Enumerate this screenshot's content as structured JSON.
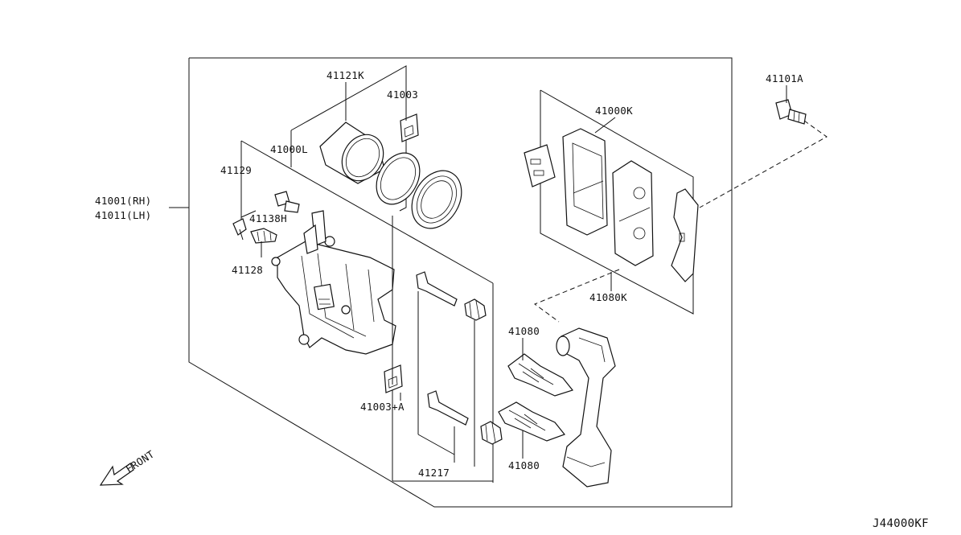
{
  "labels": {
    "caliper_rh": "41001(RH)",
    "caliper_lh": "41011(LH)",
    "piston_kit": "41121K",
    "seal_upper": "41003",
    "seal_kit": "41000L",
    "bleeder_cap": "41129",
    "bleeder_bolt": "41138H",
    "bleeder_screw": "41128",
    "pad_kit": "41000K",
    "mounting_bolt": "41101A",
    "pad_kit_lower": "41080K",
    "shim_upper": "41080",
    "shim_lower": "41080",
    "seal_lower": "41003+A",
    "pin_kit": "41217",
    "front": "FRONT",
    "diagram_code": "J44000KF"
  }
}
